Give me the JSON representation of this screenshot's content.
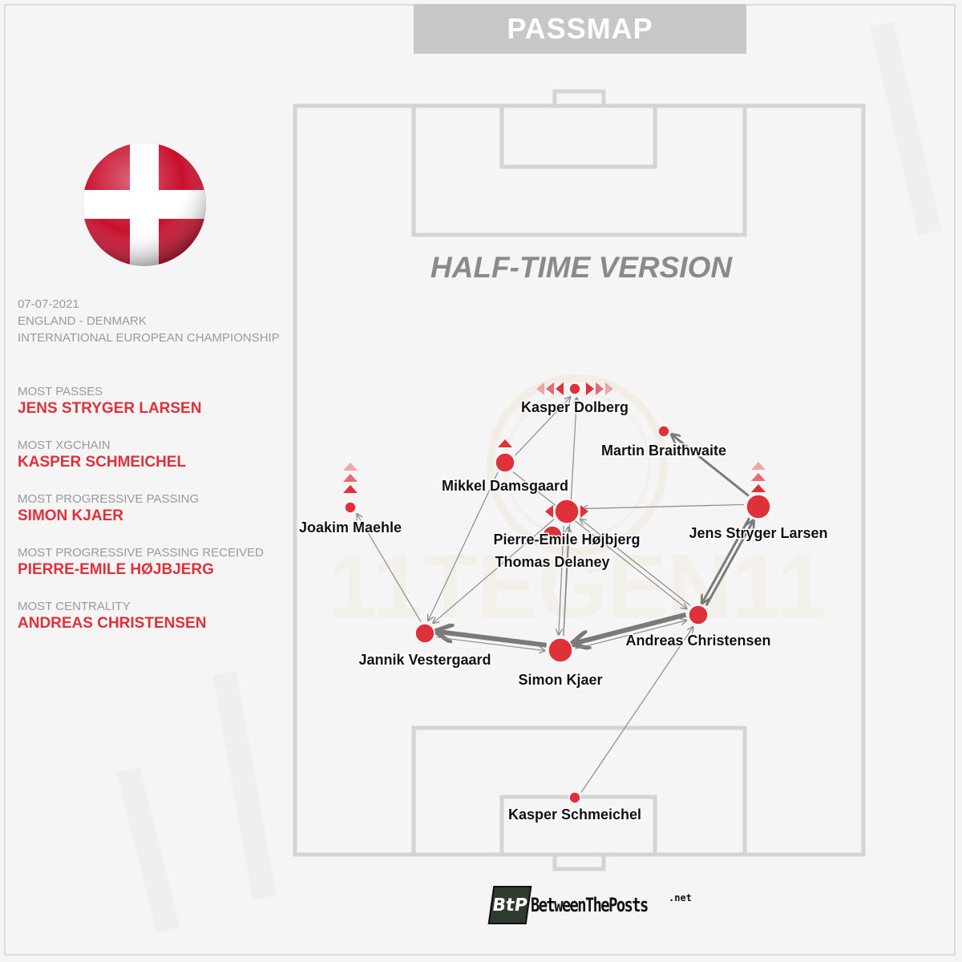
{
  "title": "PASSMAP",
  "subtitle": "HALF-TIME VERSION",
  "watermark": "11TEGEN11",
  "match": {
    "date": "07-07-2021",
    "teams": "ENGLAND - DENMARK",
    "competition": "INTERNATIONAL EUROPEAN CHAMPIONSHIP"
  },
  "flag": {
    "country": "Denmark",
    "colors": [
      "#c8102e",
      "#ffffff"
    ]
  },
  "stats": [
    {
      "label": "MOST PASSES",
      "value": "JENS STRYGER LARSEN"
    },
    {
      "label": "MOST XGCHAIN",
      "value": "KASPER SCHMEICHEL"
    },
    {
      "label": "MOST PROGRESSIVE PASSING",
      "value": "SIMON KJAER"
    },
    {
      "label": "MOST PROGRESSIVE PASSING RECEIVED",
      "value": "PIERRE-EMILE HØJBJERG"
    },
    {
      "label": "MOST CENTRALITY",
      "value": "ANDREAS CHRISTENSEN"
    }
  ],
  "colors": {
    "accent": "#e0313a",
    "muted": "#9a9a9a",
    "pitch_lines": "#d4d4d4",
    "pass": "#8c8c8c"
  },
  "players": [
    {
      "id": "dolberg",
      "name": "Kasper Dolberg",
      "size": "small",
      "markers": "left-right"
    },
    {
      "id": "braithwaite",
      "name": "Martin Braithwaite",
      "size": "small",
      "markers": "none"
    },
    {
      "id": "damsgaard",
      "name": "Mikkel Damsgaard",
      "size": "medium",
      "markers": "up-1"
    },
    {
      "id": "maehle",
      "name": "Joakim Maehle",
      "size": "small",
      "markers": "up-3"
    },
    {
      "id": "hojbjerg",
      "name": "Pierre-Emile Højbjerg",
      "size": "large",
      "markers": "left-right-1"
    },
    {
      "id": "delaney",
      "name": "Thomas Delaney",
      "size": "medium",
      "markers": "none"
    },
    {
      "id": "larsen",
      "name": "Jens Stryger Larsen",
      "size": "large",
      "markers": "up-3"
    },
    {
      "id": "christensen",
      "name": "Andreas Christensen",
      "size": "medium",
      "markers": "none"
    },
    {
      "id": "vestergaard",
      "name": "Jannik Vestergaard",
      "size": "medium",
      "markers": "none"
    },
    {
      "id": "kjaer",
      "name": "Simon Kjaer",
      "size": "large",
      "markers": "none"
    },
    {
      "id": "schmeichel",
      "name": "Kasper Schmeichel",
      "size": "small",
      "markers": "none"
    }
  ],
  "passes": [
    {
      "from": "christensen",
      "to": "kjaer",
      "weight": "heavy"
    },
    {
      "from": "kjaer",
      "to": "vestergaard",
      "weight": "heavy"
    },
    {
      "from": "vestergaard",
      "to": "kjaer",
      "weight": "light"
    },
    {
      "from": "kjaer",
      "to": "christensen",
      "weight": "light"
    },
    {
      "from": "larsen",
      "to": "christensen",
      "weight": "medium"
    },
    {
      "from": "christensen",
      "to": "larsen",
      "weight": "medium"
    },
    {
      "from": "larsen",
      "to": "braithwaite",
      "weight": "medium"
    },
    {
      "from": "larsen",
      "to": "hojbjerg",
      "weight": "light"
    },
    {
      "from": "schmeichel",
      "to": "christensen",
      "weight": "light"
    },
    {
      "from": "vestergaard",
      "to": "maehle",
      "weight": "light"
    },
    {
      "from": "damsgaard",
      "to": "vestergaard",
      "weight": "light"
    },
    {
      "from": "hojbjerg",
      "to": "vestergaard",
      "weight": "light"
    },
    {
      "from": "kjaer",
      "to": "hojbjerg",
      "weight": "light"
    },
    {
      "from": "hojbjerg",
      "to": "kjaer",
      "weight": "light"
    },
    {
      "from": "christensen",
      "to": "hojbjerg",
      "weight": "light"
    },
    {
      "from": "damsgaard",
      "to": "dolberg",
      "weight": "light"
    },
    {
      "from": "kjaer",
      "to": "dolberg",
      "weight": "light"
    },
    {
      "from": "damsgaard",
      "to": "christensen",
      "weight": "light"
    }
  ],
  "logo": {
    "mark": "BtP",
    "name": "BetweenThePosts",
    "tld": ".net"
  }
}
